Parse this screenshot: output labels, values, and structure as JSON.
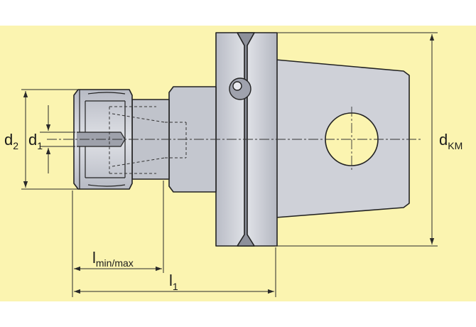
{
  "labels": {
    "d2_main": "d",
    "d2_sub": "2",
    "d1_main": "d",
    "d1_sub": "1",
    "dkm_main": "d",
    "dkm_sub": "KM",
    "lminmax_main": "l",
    "lminmax_sub": "min/max",
    "l1_main": "l",
    "l1_sub": "1"
  },
  "colors": {
    "background_band": "#fbf4b0",
    "page": "#ffffff",
    "body_fill": "#c9cbd3",
    "body_light": "#dcdee4",
    "outline": "#222222",
    "dim_line": "#2a2a2a"
  }
}
